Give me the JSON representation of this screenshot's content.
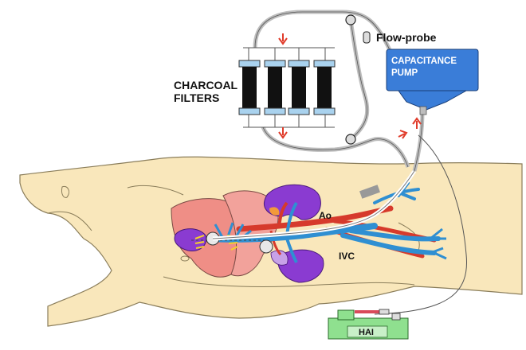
{
  "labels": {
    "charcoal_line1": "CHARCOAL",
    "charcoal_line2": "FILTERS",
    "flow_probe": "Flow-probe",
    "pump_line1": "CAPACITANCE",
    "pump_line2": "PUMP",
    "ao": "Ao",
    "ivc": "IVC",
    "hai": "HAI"
  },
  "colors": {
    "skin": "#f9e7bb",
    "skin_outline": "#8a7d5a",
    "artery": "#d63a2c",
    "vein": "#2f8fd2",
    "liver": "#ef8e86",
    "kidney": "#8a3bd1",
    "pump": "#3a7dd8",
    "filter_frame": "#a9d2ee",
    "filter_body": "#111111",
    "hai_box": "#8fe08f",
    "tubing": "#bdbdbd",
    "arrow": "#e03b2a"
  }
}
